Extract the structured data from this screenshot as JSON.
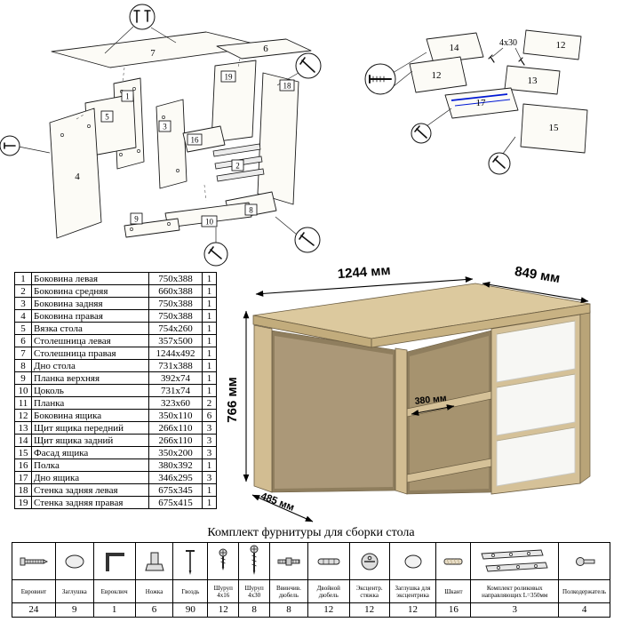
{
  "diagram_left": {
    "labels": {
      "p1": "1",
      "p2": "2",
      "p3": "3",
      "p4": "4",
      "p5": "5",
      "p6": "6",
      "p7": "7",
      "p8": "8",
      "p9": "9",
      "p10": "10",
      "p16": "16",
      "p18": "18",
      "p19": "19"
    }
  },
  "diagram_right": {
    "labels": {
      "l14": "14",
      "l12a": "12",
      "l12b": "12",
      "l13": "13",
      "l17": "17",
      "l15": "15",
      "screw": "4x30"
    }
  },
  "desk": {
    "dims": {
      "width": "1244 мм",
      "depth": "849 мм",
      "height": "766 мм",
      "shelf_depth": "380 мм",
      "left_depth": "485 мм"
    }
  },
  "parts_table": {
    "rows": [
      {
        "n": "1",
        "name": "Боковина левая",
        "size": "750x388",
        "qty": "1"
      },
      {
        "n": "2",
        "name": "Боковина средняя",
        "size": "660x388",
        "qty": "1"
      },
      {
        "n": "3",
        "name": "Боковина задняя",
        "size": "750x388",
        "qty": "1"
      },
      {
        "n": "4",
        "name": "Боковина правая",
        "size": "750x388",
        "qty": "1"
      },
      {
        "n": "5",
        "name": "Вязка стола",
        "size": "754x260",
        "qty": "1"
      },
      {
        "n": "6",
        "name": "Столешница левая",
        "size": "357x500",
        "qty": "1"
      },
      {
        "n": "7",
        "name": "Столешница правая",
        "size": "1244x492",
        "qty": "1"
      },
      {
        "n": "8",
        "name": "Дно стола",
        "size": "731x388",
        "qty": "1"
      },
      {
        "n": "9",
        "name": "Планка верхняя",
        "size": "392x74",
        "qty": "1"
      },
      {
        "n": "10",
        "name": "Цоколь",
        "size": "731x74",
        "qty": "1"
      },
      {
        "n": "11",
        "name": "Планка",
        "size": "323x60",
        "qty": "2"
      },
      {
        "n": "12",
        "name": "Боковина ящика",
        "size": "350x110",
        "qty": "6"
      },
      {
        "n": "13",
        "name": "Щит ящика передний",
        "size": "266x110",
        "qty": "3"
      },
      {
        "n": "14",
        "name": "Щит ящика задний",
        "size": "266x110",
        "qty": "3"
      },
      {
        "n": "15",
        "name": "Фасад ящика",
        "size": "350x200",
        "qty": "3"
      },
      {
        "n": "16",
        "name": "Полка",
        "size": "380x392",
        "qty": "1"
      },
      {
        "n": "17",
        "name": "Дно ящика",
        "size": "346x295",
        "qty": "3"
      },
      {
        "n": "18",
        "name": "Стенка задняя левая",
        "size": "675x345",
        "qty": "1"
      },
      {
        "n": "19",
        "name": "Стенка задняя правая",
        "size": "675x415",
        "qty": "1"
      }
    ]
  },
  "hardware": {
    "title": "Комплект фурнитуры для сборки стола",
    "items": [
      {
        "name": "Евровинт",
        "qty": "24"
      },
      {
        "name": "Заглушка",
        "qty": "9"
      },
      {
        "name": "Евроключ",
        "qty": "1"
      },
      {
        "name": "Ножка",
        "qty": "6"
      },
      {
        "name": "Гвоздь",
        "qty": "90"
      },
      {
        "name": "Шуруп 4x16",
        "qty": "12"
      },
      {
        "name": "Шуруп 4x30",
        "qty": "8"
      },
      {
        "name": "Ввинчив. дюбель",
        "qty": "8"
      },
      {
        "name": "Двойной дюбель",
        "qty": "12"
      },
      {
        "name": "Эксцентр. стяжка",
        "qty": "12"
      },
      {
        "name": "Заглушка для эксцентрика",
        "qty": "12"
      },
      {
        "name": "Шкант",
        "qty": "16"
      },
      {
        "name": "Комплект роликовых направляющих L=350мм",
        "qty": "3"
      },
      {
        "name": "Полкодержатель",
        "qty": "4"
      }
    ]
  }
}
